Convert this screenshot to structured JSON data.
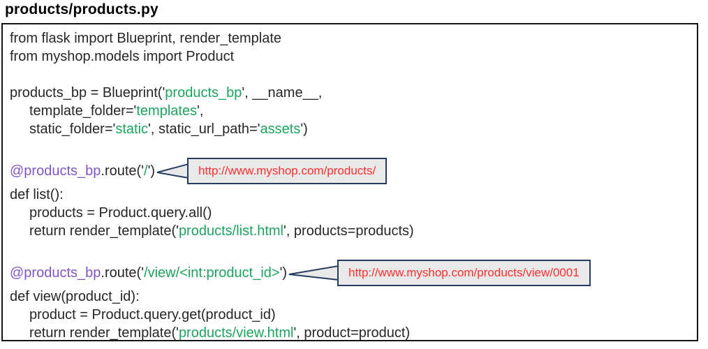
{
  "title": "products/products.py",
  "colors": {
    "box_border": "#141414",
    "code_text": "#262626",
    "string_green": "#1ca45e",
    "decorator_purple": "#7e57c5",
    "url_red": "#fe2e2e",
    "callout_border": "#253c60",
    "callout_bg": "#e9e9e9"
  },
  "callouts": [
    {
      "url": "http://www.myshop.com/products/",
      "tail_width": 46
    },
    {
      "url": "http://www.myshop.com/products/view/0001",
      "tail_width": 72
    }
  ],
  "code": {
    "lines": [
      {
        "segments": [
          {
            "t": "from flask import Blueprint, render_template"
          }
        ]
      },
      {
        "segments": [
          {
            "t": "from myshop.models import Product"
          }
        ]
      },
      {
        "blank": true
      },
      {
        "segments": [
          {
            "t": "products_bp = Blueprint('"
          },
          {
            "t": "products_bp",
            "c": "str"
          },
          {
            "t": "', __name__,"
          }
        ]
      },
      {
        "indent": 1,
        "segments": [
          {
            "t": "template_folder='"
          },
          {
            "t": "templates",
            "c": "str"
          },
          {
            "t": "',"
          }
        ]
      },
      {
        "indent": 1,
        "segments": [
          {
            "t": "static_folder='"
          },
          {
            "t": "static",
            "c": "str"
          },
          {
            "t": "', static_url_path='"
          },
          {
            "t": "assets",
            "c": "str"
          },
          {
            "t": "')"
          }
        ]
      },
      {
        "blank": true
      },
      {
        "callout": 0,
        "segments": [
          {
            "t": "@products_bp",
            "c": "dec"
          },
          {
            "t": ".route('"
          },
          {
            "t": "/",
            "c": "str"
          },
          {
            "t": "')"
          }
        ]
      },
      {
        "segments": [
          {
            "t": "def list():"
          }
        ]
      },
      {
        "indent": 1,
        "segments": [
          {
            "t": "products = Product.query.all()"
          }
        ]
      },
      {
        "indent": 1,
        "segments": [
          {
            "t": "return render_template('"
          },
          {
            "t": "products/list.html",
            "c": "str"
          },
          {
            "t": "', products=products)"
          }
        ]
      },
      {
        "blank": true
      },
      {
        "callout": 1,
        "segments": [
          {
            "t": "@products_bp",
            "c": "dec"
          },
          {
            "t": ".route('"
          },
          {
            "t": "/view/<int:product_id>",
            "c": "str"
          },
          {
            "t": "')"
          }
        ]
      },
      {
        "segments": [
          {
            "t": "def view(product_id):"
          }
        ]
      },
      {
        "indent": 1,
        "segments": [
          {
            "t": "product = Product.query.get(product_id)"
          }
        ]
      },
      {
        "indent": 1,
        "segments": [
          {
            "t": "return render_template('"
          },
          {
            "t": "products/view.html",
            "c": "str"
          },
          {
            "t": "', product=product)"
          }
        ]
      }
    ]
  }
}
